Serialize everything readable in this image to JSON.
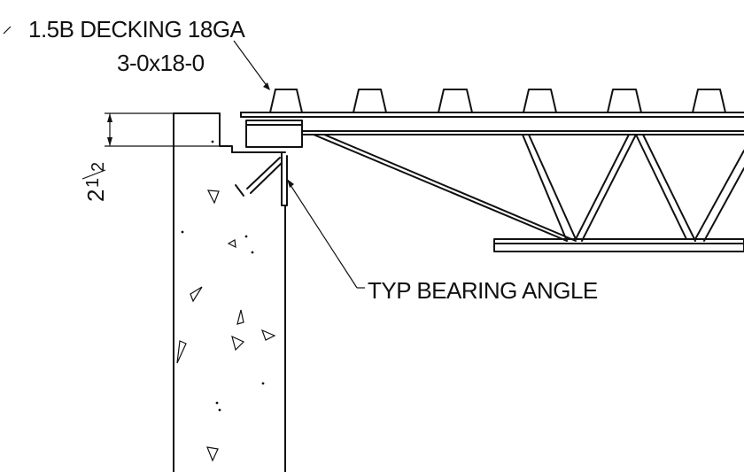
{
  "labels": {
    "decking_line1": "1.5B DECKING 18GA",
    "decking_line2": "3-0x18-0",
    "bearing_angle": "TYP BEARING ANGLE",
    "dimension_whole": "2",
    "dimension_num": "1",
    "dimension_den": "2"
  }
}
